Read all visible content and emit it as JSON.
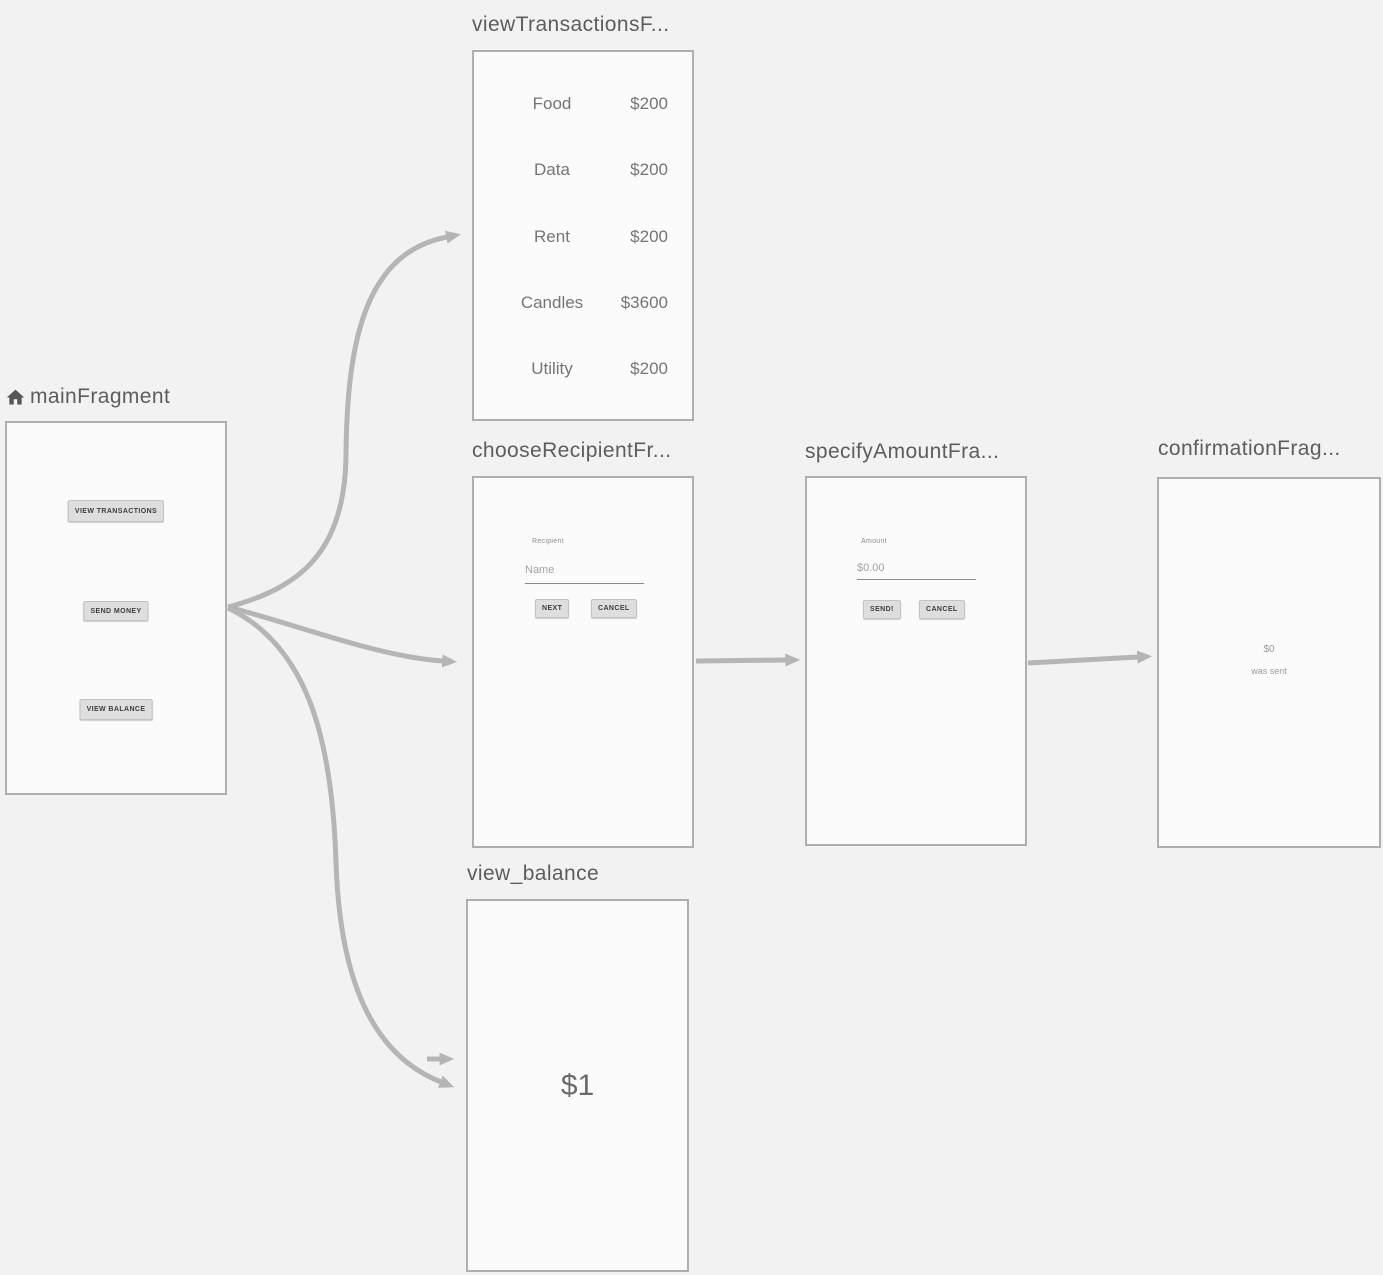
{
  "graph": {
    "main": {
      "title": "mainFragment",
      "buttons": {
        "view_transactions": "VIEW TRANSACTIONS",
        "send_money": "SEND MONEY",
        "view_balance": "VIEW BALANCE"
      }
    },
    "view_transactions": {
      "title": "viewTransactionsF...",
      "rows": [
        {
          "label": "Food",
          "amount": "$200"
        },
        {
          "label": "Data",
          "amount": "$200"
        },
        {
          "label": "Rent",
          "amount": "$200"
        },
        {
          "label": "Candles",
          "amount": "$3600"
        },
        {
          "label": "Utility",
          "amount": "$200"
        }
      ]
    },
    "choose_recipient": {
      "title": "chooseRecipientFr...",
      "field_label": "Recipient",
      "input_placeholder": "Name",
      "next_label": "NEXT",
      "cancel_label": "CANCEL"
    },
    "specify_amount": {
      "title": "specifyAmountFra...",
      "field_label": "Amount",
      "input_placeholder": "$0.00",
      "send_label": "SEND!",
      "cancel_label": "CANCEL"
    },
    "confirmation": {
      "title": "confirmationFrag...",
      "amount": "$0",
      "message": "was sent"
    },
    "view_balance": {
      "title": "view_balance",
      "balance": "$1"
    }
  },
  "colors": {
    "background": "#f2f2f2",
    "card_fill": "#fbfbfb",
    "card_border": "#aeaeae",
    "arrow": "#b5b5b5",
    "title_text": "#5d5d5d"
  }
}
